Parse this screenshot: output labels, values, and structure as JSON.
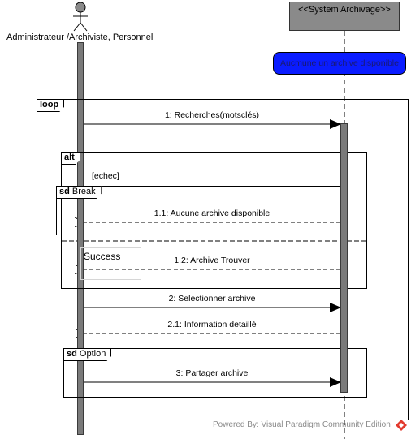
{
  "actor": {
    "name": "Administrateur /Archiviste, Personnel"
  },
  "system": {
    "name": "<<System Archivage>>"
  },
  "note": {
    "text": "Aucmune un archive disponible"
  },
  "frames": {
    "loop": {
      "keyword": "loop"
    },
    "alt": {
      "keyword": "alt",
      "guard": "[echec]"
    },
    "break": {
      "keyword": "sd",
      "name": "Break"
    },
    "success": {
      "label": "Success"
    },
    "option": {
      "keyword": "sd",
      "name": "Option"
    }
  },
  "messages": [
    {
      "label": "1: Recherches(motsclés)",
      "kind": "sync"
    },
    {
      "label": "1.1: Aucune archive disponible",
      "kind": "return"
    },
    {
      "label": "1.2: Archive Trouver",
      "kind": "return"
    },
    {
      "label": "2: Selectionner archive",
      "kind": "sync"
    },
    {
      "label": "2.1: Information detaillé",
      "kind": "return"
    },
    {
      "label": "3: Partager archive",
      "kind": "sync"
    }
  ],
  "footer": {
    "text": "Powered By: Visual Paradigm Community Edition"
  },
  "colors": {
    "note_fill": "#0a1cff",
    "system_fill": "#8a8a8a",
    "lifeline_bar": "#7a7a7a",
    "footer_text": "#8a8a8a"
  }
}
